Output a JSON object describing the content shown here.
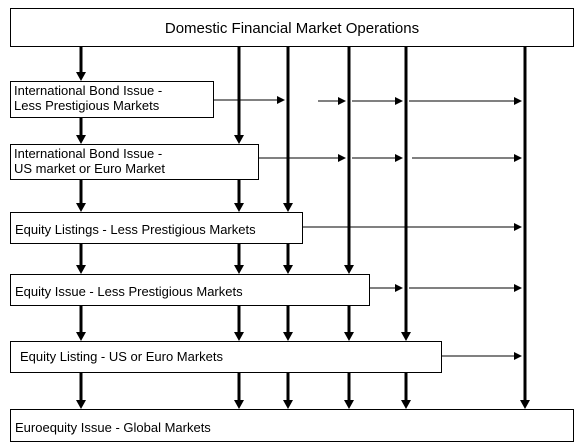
{
  "diagram": {
    "stages": [
      {
        "id": "domestic",
        "lines": [
          "Domestic Financial Market Operations"
        ]
      },
      {
        "id": "intl-bond-less",
        "lines": [
          "International Bond Issue -",
          "Less Prestigious Markets"
        ]
      },
      {
        "id": "intl-bond-us-euro",
        "lines": [
          "International Bond Issue -",
          "US market or Euro Market"
        ]
      },
      {
        "id": "equity-listings-less",
        "lines": [
          "Equity Listings - Less Prestigious Markets"
        ]
      },
      {
        "id": "equity-issue-less",
        "lines": [
          "Equity Issue - Less Prestigious Markets"
        ]
      },
      {
        "id": "equity-listing-us-euro",
        "lines": [
          "Equity Listing - US or Euro Markets"
        ]
      },
      {
        "id": "euroequity-global",
        "lines": [
          "Euroequity Issue - Global Markets"
        ]
      }
    ],
    "colors": {
      "line": "#000000",
      "box_border": "#000000",
      "background": "#ffffff"
    }
  }
}
